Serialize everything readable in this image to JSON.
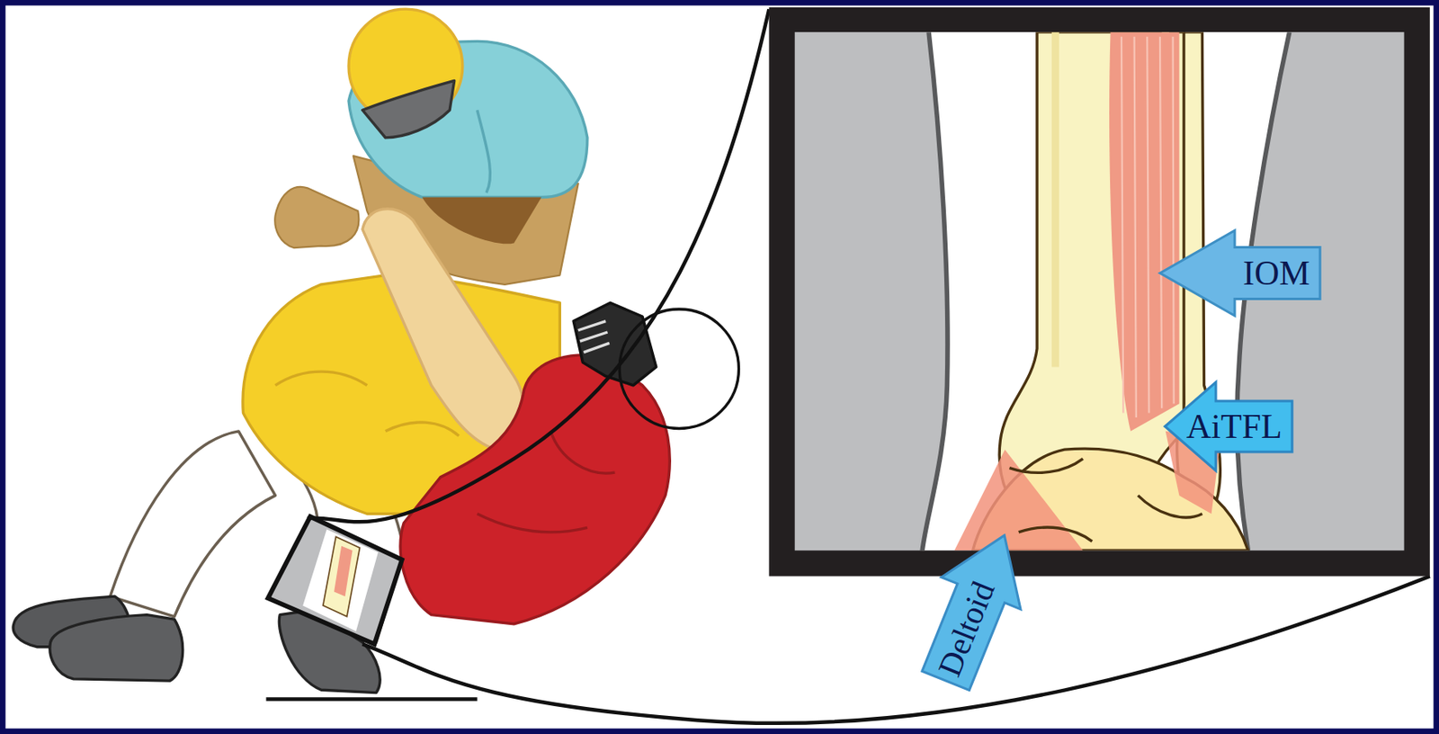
{
  "diagram": {
    "nodes": [
      {
        "text": [
          "IOM"
        ]
      },
      {
        "text": [
          "AiTFL"
        ]
      },
      {
        "text": [
          "Deltoid"
        ]
      }
    ]
  }
}
